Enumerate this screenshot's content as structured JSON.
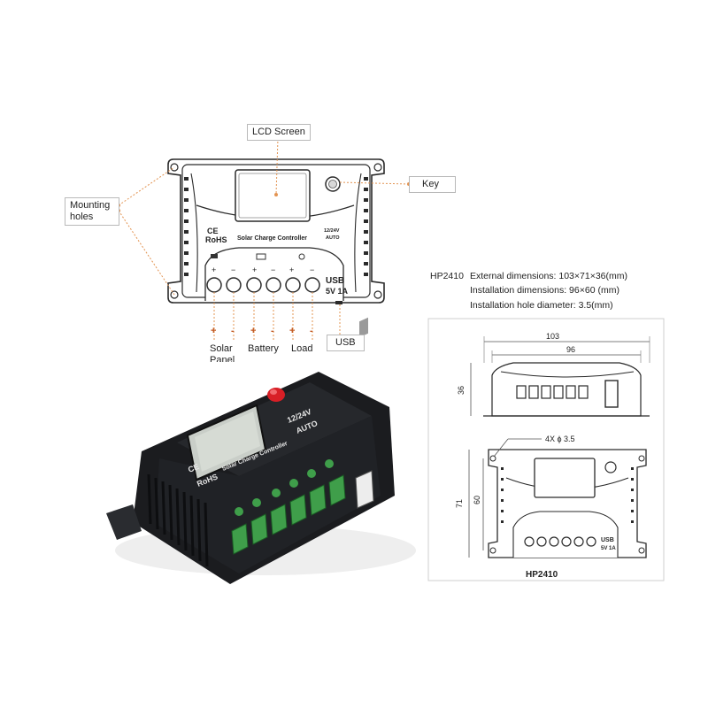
{
  "top_diagram": {
    "callouts": {
      "lcd_screen": "LCD Screen",
      "key": "Key",
      "mounting_holes": "Mounting holes",
      "usb": "USB"
    },
    "front_panel": {
      "ce": "CE",
      "rohs": "RoHS",
      "title": "Solar Charge Controller",
      "voltage_line1": "12/24V",
      "voltage_line2": "AUTO",
      "usb_line1": "USB",
      "usb_line2": "5V 1A"
    },
    "terminal_labels": {
      "solar_line1": "Solar",
      "solar_line2": "Panel",
      "battery": "Battery",
      "load": "Load"
    },
    "polarity_marks": [
      "+",
      "-",
      "+",
      "-",
      "+",
      "-"
    ]
  },
  "specs": {
    "model": "HP2410",
    "external": "External dimensions: 103×71×36(mm)",
    "installation": "Installation dimensions: 96×60 (mm)",
    "hole": "Installation hole diameter: 3.5(mm)"
  },
  "photo": {
    "ce": "CE",
    "rohs": "RoHS",
    "title": "Solar Charge Controller",
    "voltage_line1": "12/24V",
    "voltage_line2": "AUTO"
  },
  "drawing": {
    "dims": {
      "overall_width": "103",
      "install_width": "96",
      "depth": "36",
      "overall_height": "71",
      "install_height": "60",
      "hole": "4X ϕ 3.5"
    },
    "panel_usb_line1": "USB",
    "panel_usb_line2": "5V 1A",
    "caption": "HP2410"
  },
  "colors": {
    "callout_line": "#e39452",
    "device_body": "#1b1c1f",
    "terminal_green": "#3f9e4a",
    "key_red": "#d81f26",
    "lcd": "#c9cec8"
  }
}
